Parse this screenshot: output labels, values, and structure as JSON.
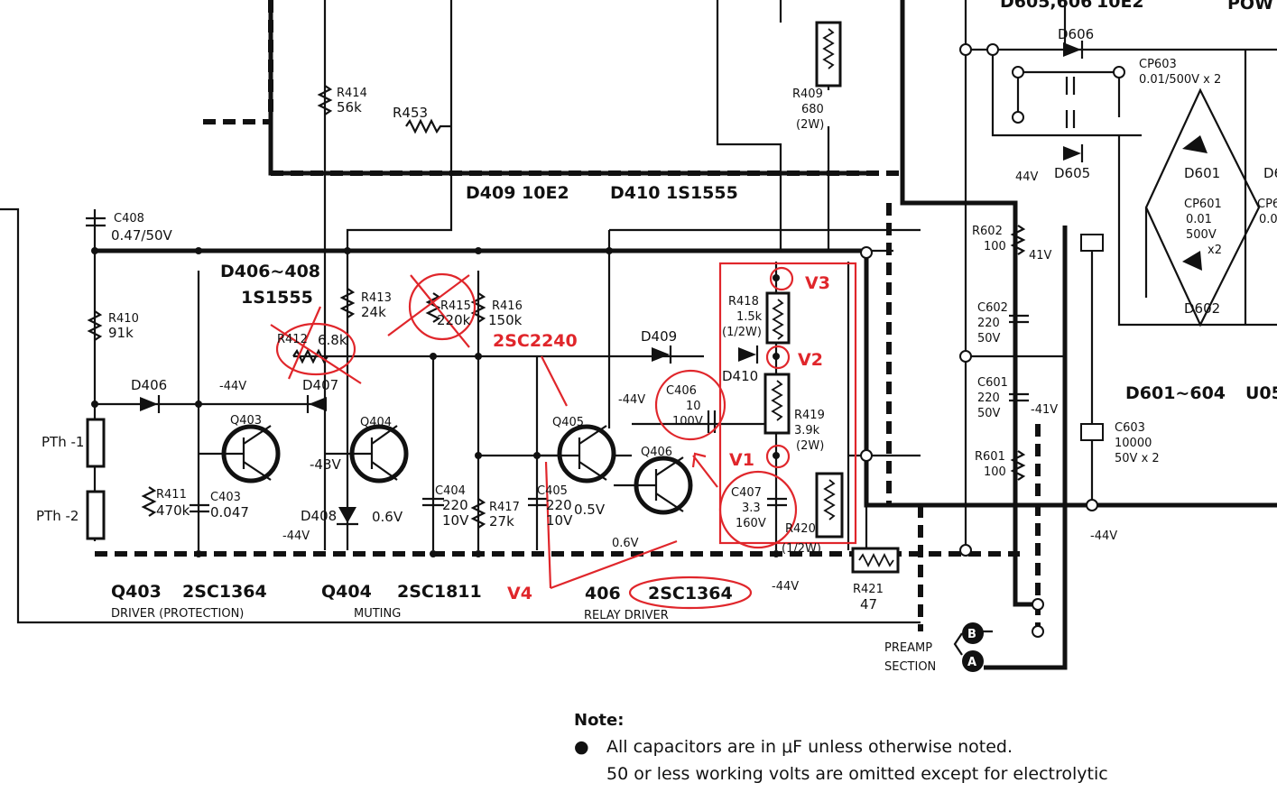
{
  "top_labels": {
    "d605_606": "D605,606",
    "d605_606_type": "10E2",
    "pow": "POW"
  },
  "diode_labels": {
    "d409_type": "D409 10E2",
    "d410_type": "D410 1S1555",
    "d406_408": "D406~408",
    "d406_408_type": "1S1555",
    "d406": "D406",
    "d407": "D407",
    "d408": "D408",
    "d409": "D409",
    "d410": "D410",
    "d601_604": "D601~604",
    "u05": "U05",
    "d601": "D601",
    "d602": "D602",
    "d605": "D605",
    "d606": "D606",
    "d6x": "D6"
  },
  "resistors": {
    "r409": [
      "R409",
      "680",
      "(2W)"
    ],
    "r410": [
      "R410",
      "91k"
    ],
    "r411": [
      "R411",
      "470k"
    ],
    "r412": [
      "R412",
      "6.8k"
    ],
    "r413": [
      "R413",
      "24k"
    ],
    "r414": [
      "R414",
      "56k"
    ],
    "r415": [
      "R415",
      "220k"
    ],
    "r416": [
      "R416",
      "150k"
    ],
    "r417": [
      "R417",
      "27k"
    ],
    "r418": [
      "R418",
      "1.5k",
      "(1/2W)"
    ],
    "r419": [
      "R419",
      "3.9k",
      "(2W)"
    ],
    "r420": [
      "R420",
      "(1/2W)"
    ],
    "r421": [
      "R421",
      "47"
    ],
    "r453": [
      "R453"
    ],
    "r601": [
      "R601",
      "100"
    ],
    "r602": [
      "R602",
      "100"
    ]
  },
  "capacitors": {
    "c403": [
      "C403",
      "0.047"
    ],
    "c404": [
      "C404",
      "220",
      "10V"
    ],
    "c405": [
      "C405",
      "220",
      "10V"
    ],
    "c406": [
      "C406",
      "10",
      "100V"
    ],
    "c407": [
      "C407",
      "3.3",
      "160V"
    ],
    "c408": [
      "C408",
      "0.47/50V"
    ],
    "c601": [
      "C601",
      "220",
      "50V"
    ],
    "c602": [
      "C602",
      "220",
      "50V"
    ],
    "c603": [
      "C603",
      "10000",
      "50V x 2"
    ],
    "cp601": [
      "CP601",
      "0.01",
      "500V",
      "x2"
    ],
    "cp603": [
      "CP603",
      "0.01/500V x 2"
    ],
    "cp60x": [
      "CP60",
      "0.0"
    ]
  },
  "thermistors": {
    "pth1": "PTh -1",
    "pth2": "PTh -2"
  },
  "transistors": {
    "q403": "Q403",
    "q404": "Q404",
    "q405": "Q405",
    "q406": "Q406"
  },
  "voltages": {
    "v44a": "-44V",
    "v44b": "-44V",
    "v43": "-43V",
    "v06a": "0.6V",
    "v44c": "-44V",
    "v05": "0.5V",
    "v06b": "0.6V",
    "v44d": "-44V",
    "v44e": "44V",
    "v41a": "41V",
    "v41b": "-41V",
    "v44f": "-44V",
    "x2": "x2"
  },
  "bottom_labels": {
    "q403": "Q403",
    "q403_type": "2SC1364",
    "q403_role": "DRIVER (PROTECTION)",
    "q404": "Q404",
    "q404_type": "2SC1811",
    "q404_role": "MUTING",
    "q406": "406",
    "q406_type": "2SC1364",
    "q406_role": "RELAY DRIVER",
    "preamp": "PREAMP",
    "section": "SECTION",
    "conn_b": "B",
    "conn_a": "A"
  },
  "annotations": {
    "v1": "V1",
    "v2": "V2",
    "v3": "V3",
    "v4": "V4",
    "q405_type": "2SC2240"
  },
  "note": {
    "title": "Note:",
    "bullet": "●",
    "line1": "All capacitors are in μF unless otherwise noted.",
    "line2": "50 or less working volts are omitted except for electrolytic"
  }
}
